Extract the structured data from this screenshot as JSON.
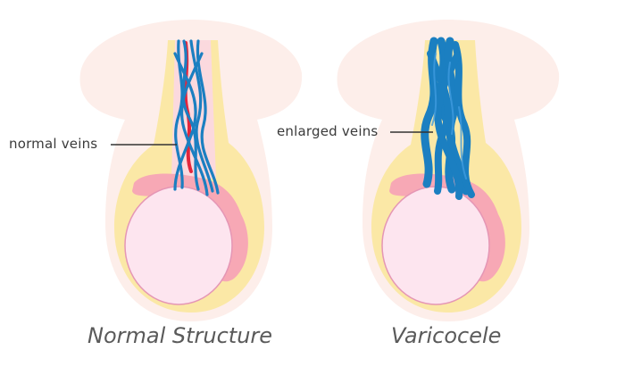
{
  "labels": {
    "normal_veins": "normal veins",
    "enlarged_veins": "enlarged veins"
  },
  "captions": {
    "left": "Normal Structure",
    "right": "Varicocele"
  },
  "colors": {
    "skin_outer": "#fdeeea",
    "fat_layer": "#fbe8a6",
    "testis": "#fde5ef",
    "testis_outline": "#e596b5",
    "epididymis": "#f7a8b5",
    "vein_blue": "#1b7fc1",
    "vessel_red": "#e3263c",
    "leader_line": "#333333"
  }
}
